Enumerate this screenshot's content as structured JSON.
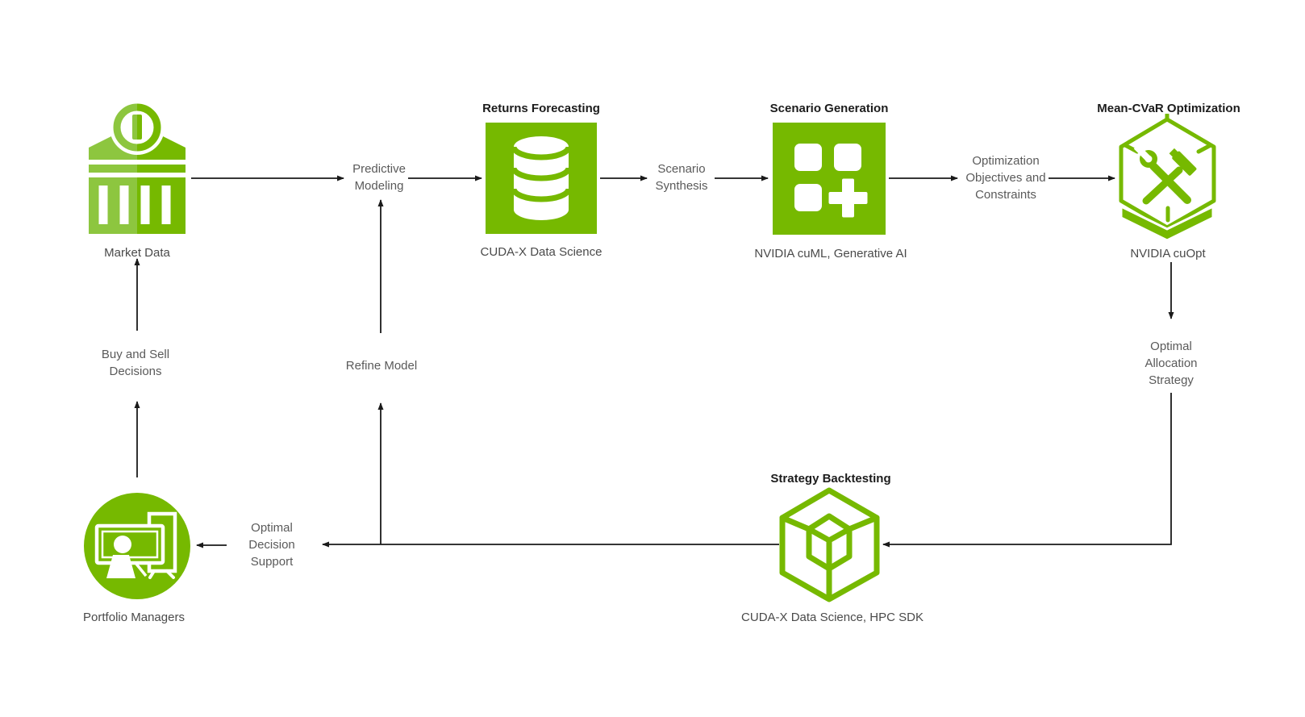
{
  "colors": {
    "nvidia_green": "#76B900",
    "light_green": "#8DC63F",
    "title_text": "#1C1C1C",
    "node_label_text": "#4A4A4A",
    "flow_label_text": "#5A5A5A",
    "arrow": "#1A1A1A",
    "background": "#FFFFFF"
  },
  "nodes": {
    "market_data": {
      "icon": "bank-icon",
      "label": "Market Data"
    },
    "returns_forecasting": {
      "icon": "database-icon",
      "title": "Returns Forecasting",
      "sublabel": "CUDA-X Data Science"
    },
    "scenario_generation": {
      "icon": "grid-plus-icon",
      "title": "Scenario Generation",
      "sublabel": "NVIDIA cuML, Generative AI"
    },
    "mean_cvar_optimization": {
      "icon": "hexagon-tools-icon",
      "title": "Mean-CVaR Optimization",
      "sublabel": "NVIDIA cuOpt"
    },
    "strategy_backtesting": {
      "icon": "cube-icon",
      "title": "Strategy Backtesting",
      "sublabel": "CUDA-X Data Science, HPC SDK"
    },
    "portfolio_managers": {
      "icon": "presenter-icon",
      "label": "Portfolio Managers"
    }
  },
  "flow_labels": {
    "predictive_modeling": "Predictive\nModeling",
    "scenario_synthesis": "Scenario\nSynthesis",
    "optimization_objectives": "Optimization\nObjectives and\nConstraints",
    "optimal_allocation": "Optimal\nAllocation\nStrategy",
    "refine_model": "Refine Model",
    "buy_and_sell": "Buy and Sell\nDecisions",
    "optimal_decision": "Optimal\nDecision\nSupport"
  }
}
